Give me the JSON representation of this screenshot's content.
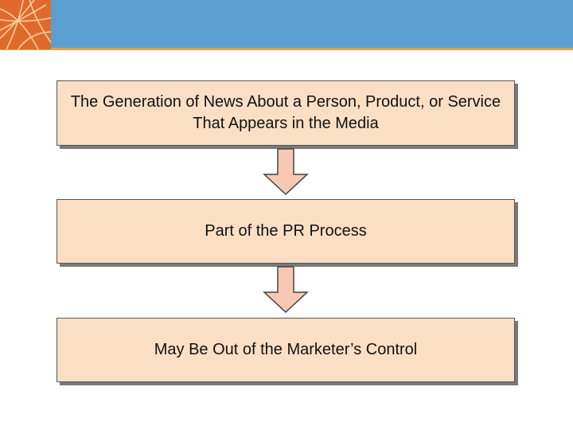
{
  "diagram": {
    "steps": [
      {
        "text": "The Generation of News About a Person, Product, or Service That Appears in the Media"
      },
      {
        "text": "Part of the PR Process"
      },
      {
        "text": "May Be Out of the Marketer’s Control"
      }
    ]
  },
  "colors": {
    "header": "#5b9fd0",
    "header_rule": "#d9a441",
    "logo": "#e06a2c",
    "box_fill": "#fbdfc5",
    "arrow_fill": "#f7c9b4"
  }
}
